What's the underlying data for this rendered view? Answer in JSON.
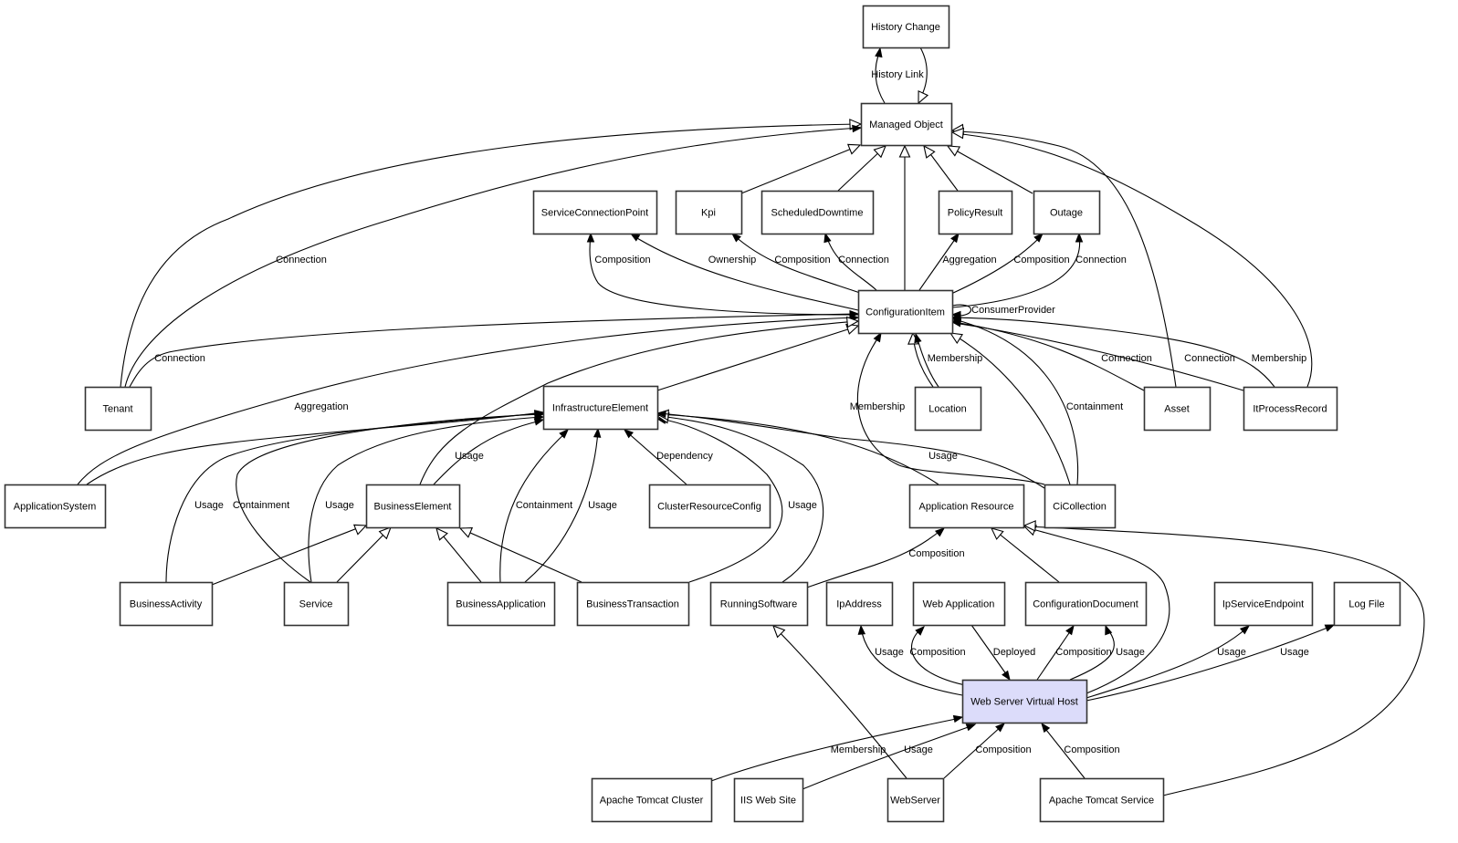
{
  "diagram": {
    "title": "CI Relationship Model",
    "highlight_color": "#dcdcfa",
    "nodes": [
      {
        "id": "history_change",
        "label": "History Change"
      },
      {
        "id": "managed_object",
        "label": "Managed Object"
      },
      {
        "id": "service_connection_point",
        "label": "ServiceConnectionPoint"
      },
      {
        "id": "kpi",
        "label": "Kpi"
      },
      {
        "id": "scheduled_downtime",
        "label": "ScheduledDowntime"
      },
      {
        "id": "policy_result",
        "label": "PolicyResult"
      },
      {
        "id": "outage",
        "label": "Outage"
      },
      {
        "id": "configuration_item",
        "label": "ConfigurationItem"
      },
      {
        "id": "tenant",
        "label": "Tenant"
      },
      {
        "id": "infrastructure_element",
        "label": "InfrastructureElement"
      },
      {
        "id": "location",
        "label": "Location"
      },
      {
        "id": "asset",
        "label": "Asset"
      },
      {
        "id": "it_process_record",
        "label": "ItProcessRecord"
      },
      {
        "id": "application_system",
        "label": "ApplicationSystem"
      },
      {
        "id": "business_element",
        "label": "BusinessElement"
      },
      {
        "id": "cluster_resource_config",
        "label": "ClusterResourceConfig"
      },
      {
        "id": "application_resource",
        "label": "Application Resource"
      },
      {
        "id": "ci_collection",
        "label": "CiCollection"
      },
      {
        "id": "business_activity",
        "label": "BusinessActivity"
      },
      {
        "id": "service",
        "label": "Service"
      },
      {
        "id": "business_application",
        "label": "BusinessApplication"
      },
      {
        "id": "business_transaction",
        "label": "BusinessTransaction"
      },
      {
        "id": "running_software",
        "label": "RunningSoftware"
      },
      {
        "id": "ip_address",
        "label": "IpAddress"
      },
      {
        "id": "web_application",
        "label": "Web Application"
      },
      {
        "id": "configuration_document",
        "label": "ConfigurationDocument"
      },
      {
        "id": "ip_service_endpoint",
        "label": "IpServiceEndpoint"
      },
      {
        "id": "log_file",
        "label": "Log File"
      },
      {
        "id": "web_server_virtual_host",
        "label": "Web Server Virtual Host",
        "highlighted": true
      },
      {
        "id": "apache_tomcat_cluster",
        "label": "Apache Tomcat Cluster"
      },
      {
        "id": "iis_web_site",
        "label": "IIS Web Site"
      },
      {
        "id": "web_server",
        "label": "WebServer"
      },
      {
        "id": "apache_tomcat_service",
        "label": "Apache Tomcat Service"
      }
    ],
    "edges": [
      {
        "from": "managed_object",
        "to": "history_change",
        "label": "History Link",
        "arrow": "filled"
      },
      {
        "from": "history_change",
        "to": "managed_object",
        "label": "",
        "arrow": "hollow"
      },
      {
        "from": "tenant",
        "to": "managed_object",
        "label": "",
        "arrow": "hollow"
      },
      {
        "from": "tenant",
        "to": "managed_object",
        "label": "Connection",
        "arrow": "filled"
      },
      {
        "from": "kpi",
        "to": "managed_object",
        "label": "",
        "arrow": "hollow"
      },
      {
        "from": "scheduled_downtime",
        "to": "managed_object",
        "label": "",
        "arrow": "hollow"
      },
      {
        "from": "configuration_item",
        "to": "managed_object",
        "label": "",
        "arrow": "hollow"
      },
      {
        "from": "policy_result",
        "to": "managed_object",
        "label": "",
        "arrow": "hollow"
      },
      {
        "from": "outage",
        "to": "managed_object",
        "label": "",
        "arrow": "hollow"
      },
      {
        "from": "asset",
        "to": "managed_object",
        "label": "",
        "arrow": "hollow"
      },
      {
        "from": "it_process_record",
        "to": "managed_object",
        "label": "",
        "arrow": "hollow"
      },
      {
        "from": "configuration_item",
        "to": "service_connection_point",
        "label": "Composition",
        "arrow": "filled"
      },
      {
        "from": "configuration_item",
        "to": "service_connection_point",
        "label": "Ownership",
        "arrow": "filled"
      },
      {
        "from": "configuration_item",
        "to": "kpi",
        "label": "Composition",
        "arrow": "filled"
      },
      {
        "from": "configuration_item",
        "to": "scheduled_downtime",
        "label": "Connection",
        "arrow": "filled"
      },
      {
        "from": "configuration_item",
        "to": "policy_result",
        "label": "Aggregation",
        "arrow": "filled"
      },
      {
        "from": "configuration_item",
        "to": "outage",
        "label": "Composition",
        "arrow": "filled"
      },
      {
        "from": "configuration_item",
        "to": "outage",
        "label": "Connection",
        "arrow": "filled"
      },
      {
        "from": "configuration_item",
        "to": "configuration_item",
        "label": "ConsumerProvider",
        "arrow": "filled"
      },
      {
        "from": "tenant",
        "to": "configuration_item",
        "label": "Connection",
        "arrow": "filled"
      },
      {
        "from": "application_system",
        "to": "configuration_item",
        "label": "Aggregation",
        "arrow": "filled"
      },
      {
        "from": "infrastructure_element",
        "to": "configuration_item",
        "label": "",
        "arrow": "hollow"
      },
      {
        "from": "business_element",
        "to": "configuration_item",
        "label": "",
        "arrow": "hollow"
      },
      {
        "from": "location",
        "to": "configuration_item",
        "label": "",
        "arrow": "hollow"
      },
      {
        "from": "location",
        "to": "configuration_item",
        "label": "Membership",
        "arrow": "filled"
      },
      {
        "from": "ci_collection",
        "to": "configuration_item",
        "label": "Membership",
        "arrow": "filled"
      },
      {
        "from": "ci_collection",
        "to": "configuration_item",
        "label": "",
        "arrow": "hollow"
      },
      {
        "from": "ci_collection",
        "to": "configuration_item",
        "label": "Containment",
        "arrow": "filled"
      },
      {
        "from": "asset",
        "to": "configuration_item",
        "label": "Connection",
        "arrow": "filled"
      },
      {
        "from": "it_process_record",
        "to": "configuration_item",
        "label": "Connection",
        "arrow": "filled"
      },
      {
        "from": "it_process_record",
        "to": "configuration_item",
        "label": "Membership",
        "arrow": "filled"
      },
      {
        "from": "application_system",
        "to": "infrastructure_element",
        "label": "",
        "arrow": "filled"
      },
      {
        "from": "business_activity",
        "to": "infrastructure_element",
        "label": "Usage",
        "arrow": "filled"
      },
      {
        "from": "service",
        "to": "infrastructure_element",
        "label": "Containment",
        "arrow": "filled"
      },
      {
        "from": "service",
        "to": "infrastructure_element",
        "label": "Usage",
        "arrow": "filled"
      },
      {
        "from": "business_element",
        "to": "infrastructure_element",
        "label": "Usage",
        "arrow": "filled"
      },
      {
        "from": "business_application",
        "to": "infrastructure_element",
        "label": "Containment",
        "arrow": "filled"
      },
      {
        "from": "business_application",
        "to": "infrastructure_element",
        "label": "Usage",
        "arrow": "filled"
      },
      {
        "from": "cluster_resource_config",
        "to": "infrastructure_element",
        "label": "Dependency",
        "arrow": "filled"
      },
      {
        "from": "business_transaction",
        "to": "infrastructure_element",
        "label": "Usage",
        "arrow": "filled"
      },
      {
        "from": "running_software",
        "to": "infrastructure_element",
        "label": "",
        "arrow": "hollow"
      },
      {
        "from": "application_resource",
        "to": "infrastructure_element",
        "label": "",
        "arrow": "hollow"
      },
      {
        "from": "ci_collection",
        "to": "infrastructure_element",
        "label": "Usage",
        "arrow": "filled"
      },
      {
        "from": "business_activity",
        "to": "business_element",
        "label": "",
        "arrow": "hollow"
      },
      {
        "from": "service",
        "to": "business_element",
        "label": "",
        "arrow": "hollow"
      },
      {
        "from": "business_application",
        "to": "business_element",
        "label": "",
        "arrow": "hollow"
      },
      {
        "from": "business_transaction",
        "to": "business_element",
        "label": "",
        "arrow": "hollow"
      },
      {
        "from": "running_software",
        "to": "application_resource",
        "label": "Composition",
        "arrow": "filled"
      },
      {
        "from": "configuration_document",
        "to": "application_resource",
        "label": "",
        "arrow": "hollow"
      },
      {
        "from": "web_server_virtual_host",
        "to": "application_resource",
        "label": "",
        "arrow": "hollow"
      },
      {
        "from": "apache_tomcat_service",
        "to": "application_resource",
        "label": "",
        "arrow": "hollow"
      },
      {
        "from": "web_server",
        "to": "running_software",
        "label": "",
        "arrow": "hollow"
      },
      {
        "from": "web_server_virtual_host",
        "to": "ip_address",
        "label": "Usage",
        "arrow": "filled"
      },
      {
        "from": "web_server_virtual_host",
        "to": "web_application",
        "label": "Composition",
        "arrow": "filled"
      },
      {
        "from": "web_application",
        "to": "web_server_virtual_host",
        "label": "Deployed",
        "arrow": "filled"
      },
      {
        "from": "web_server_virtual_host",
        "to": "configuration_document",
        "label": "Composition",
        "arrow": "filled"
      },
      {
        "from": "web_server_virtual_host",
        "to": "configuration_document",
        "label": "Usage",
        "arrow": "filled"
      },
      {
        "from": "web_server_virtual_host",
        "to": "ip_service_endpoint",
        "label": "Usage",
        "arrow": "filled"
      },
      {
        "from": "web_server_virtual_host",
        "to": "log_file",
        "label": "Usage",
        "arrow": "filled"
      },
      {
        "from": "apache_tomcat_cluster",
        "to": "web_server_virtual_host",
        "label": "Membership",
        "arrow": "filled"
      },
      {
        "from": "iis_web_site",
        "to": "web_server_virtual_host",
        "label": "Usage",
        "arrow": "filled"
      },
      {
        "from": "web_server",
        "to": "web_server_virtual_host",
        "label": "Composition",
        "arrow": "filled"
      },
      {
        "from": "apache_tomcat_service",
        "to": "web_server_virtual_host",
        "label": "Composition",
        "arrow": "filled"
      }
    ]
  }
}
